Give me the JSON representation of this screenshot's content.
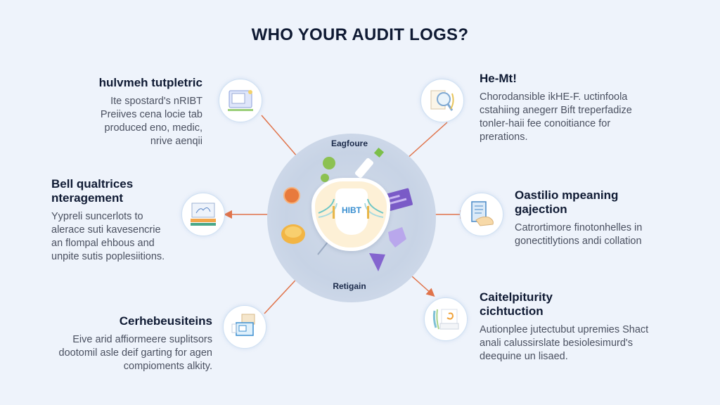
{
  "title": "WHO YOUR AUDIT LOGS?",
  "colors": {
    "background": "#eef3fb",
    "heading": "#0f1a33",
    "body_text": "#4a5060",
    "arrow": "#e0734a",
    "hub_ring": "#c7d3e5",
    "hub_core": "#fdf0d6",
    "hub_text": "#3a8fd0"
  },
  "hub": {
    "top_label": "Eagfoure",
    "bottom_label": "Retigain",
    "center_text": "HIBT",
    "decor_icons": [
      "green-leaf-icon",
      "test-tube-icon",
      "orange-coin-icon",
      "id-card-icon",
      "gold-coins-icon",
      "purple-cube-icon",
      "purple-funnel-icon"
    ]
  },
  "blocks": [
    {
      "id": "top-left",
      "heading": "hulvmeh tutpletric",
      "lines": [
        "Ite spostard's nRIBT",
        "Preiives cena locie tab",
        "produced eno, medic,",
        "nrive aenqii"
      ],
      "icon": "monitor-document-icon"
    },
    {
      "id": "top-right",
      "heading": "He-Mt!",
      "lines": [
        "Chorodansible ikHE-F. uctinfoola",
        "cstahiing anegerr Bift treperfadize",
        "tonler-haii fee conoitiance for",
        "prerations."
      ],
      "icon": "magnifier-document-icon"
    },
    {
      "id": "mid-left",
      "heading_lines": [
        "Bell qualtrices",
        "nteragement"
      ],
      "lines": [
        "Yypreli suncerlots to",
        "alerace suti kavesencrie",
        "an flompal ehbous and",
        "unpite sutis poplesiitions."
      ],
      "icon": "laptop-books-icon"
    },
    {
      "id": "mid-right",
      "heading_lines": [
        "Oastilio mpeaning",
        "gajection"
      ],
      "lines": [
        "Catrortimore finotonhelles in",
        "gonectitlytions andi collation"
      ],
      "icon": "hand-document-icon"
    },
    {
      "id": "bottom-left",
      "heading": "Cerhebeusiteins",
      "lines": [
        "Eive arid affiormeere suplitsors",
        "dootomil asle deif garting for agen",
        "compioments alkity."
      ],
      "icon": "dashboard-screens-icon"
    },
    {
      "id": "bottom-right",
      "heading_lines": [
        "Caitelpiturity",
        "cichtuction"
      ],
      "lines": [
        "Autionplee jutectubut upremies Shact",
        "anali calussirslate besiolesimurd's",
        "deequine un lisaed."
      ],
      "icon": "archive-folder-icon"
    }
  ]
}
